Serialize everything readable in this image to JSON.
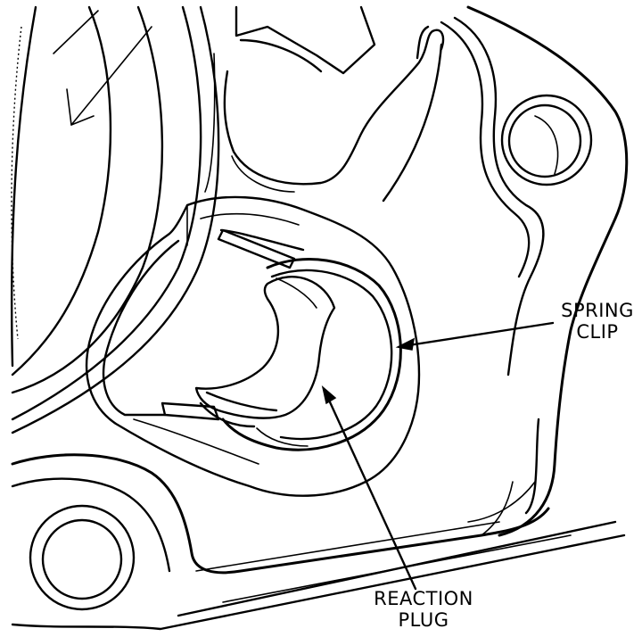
{
  "labels": {
    "spring_clip": [
      "SPRING",
      "CLIP"
    ],
    "reaction_plug": [
      "REACTION",
      "PLUG"
    ]
  },
  "colors": {
    "line": "#000000",
    "background": "#ffffff"
  }
}
